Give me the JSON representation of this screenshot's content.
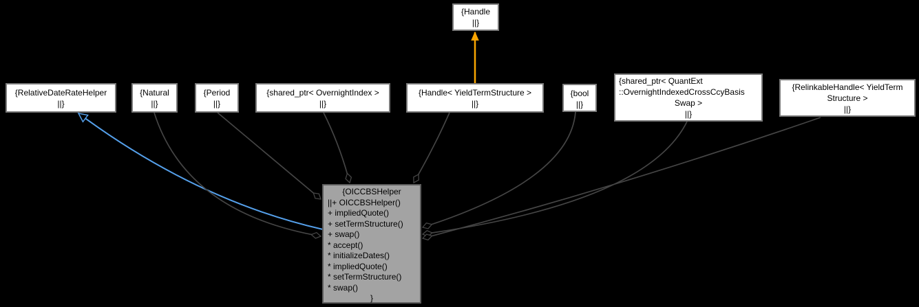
{
  "diagram": {
    "kind": "collaboration-graph",
    "background_color": "#000000",
    "edge_color": "#454545",
    "inheritance_color": "#55a0eb",
    "template_edge_color": "#faa502",
    "node_fill": "#ffffff",
    "node_border": "#7a7a7a",
    "main_node_fill": "#a3a3a3",
    "text_color": "#000000"
  },
  "nodes": {
    "handle": {
      "lines": [
        "{Handle",
        "||}"
      ]
    },
    "relative_date_rate_helper": {
      "lines": [
        "{RelativeDateRateHelper",
        "||}"
      ]
    },
    "natural": {
      "lines": [
        "{Natural",
        "||}"
      ]
    },
    "period": {
      "lines": [
        "{Period",
        "||}"
      ]
    },
    "shared_ptr_overnight_index": {
      "lines": [
        "{shared_ptr< OvernightIndex >",
        "||}"
      ]
    },
    "handle_yield_term_structure": {
      "lines": [
        "{Handle< YieldTermStructure >",
        "||}"
      ]
    },
    "bool": {
      "lines": [
        "{bool",
        "||}"
      ]
    },
    "shared_ptr_quantext_swap": {
      "lines": [
        "{shared_ptr< QuantExt",
        "::OvernightIndexedCrossCcyBasis",
        "Swap >",
        "||}"
      ]
    },
    "relinkable_handle": {
      "lines": [
        "{RelinkableHandle< YieldTerm",
        "Structure >",
        "||}"
      ]
    },
    "oiccbs_helper": {
      "lines": [
        "{OICCBSHelper",
        "||+ OICCBSHelper()",
        "+ impliedQuote()",
        "+ setTermStructure()",
        "+ swap()",
        "* accept()",
        "* initializeDates()",
        "* impliedQuote()",
        "* setTermStructure()",
        "* swap()",
        "}"
      ]
    }
  },
  "edges": [
    {
      "from": "OICCBSHelper",
      "to": "RelativeDateRateHelper",
      "type": "inheritance"
    },
    {
      "from": "Natural",
      "to": "OICCBSHelper",
      "type": "aggregation"
    },
    {
      "from": "Period",
      "to": "OICCBSHelper",
      "type": "aggregation"
    },
    {
      "from": "shared_ptr< OvernightIndex >",
      "to": "OICCBSHelper",
      "type": "aggregation"
    },
    {
      "from": "Handle< YieldTermStructure >",
      "to": "OICCBSHelper",
      "type": "aggregation"
    },
    {
      "from": "bool",
      "to": "OICCBSHelper",
      "type": "aggregation"
    },
    {
      "from": "shared_ptr< QuantExt::OvernightIndexedCrossCcyBasisSwap >",
      "to": "OICCBSHelper",
      "type": "aggregation"
    },
    {
      "from": "RelinkableHandle< YieldTermStructure >",
      "to": "OICCBSHelper",
      "type": "aggregation"
    },
    {
      "from": "Handle< YieldTermStructure >",
      "to": "Handle",
      "type": "template-instance"
    }
  ]
}
